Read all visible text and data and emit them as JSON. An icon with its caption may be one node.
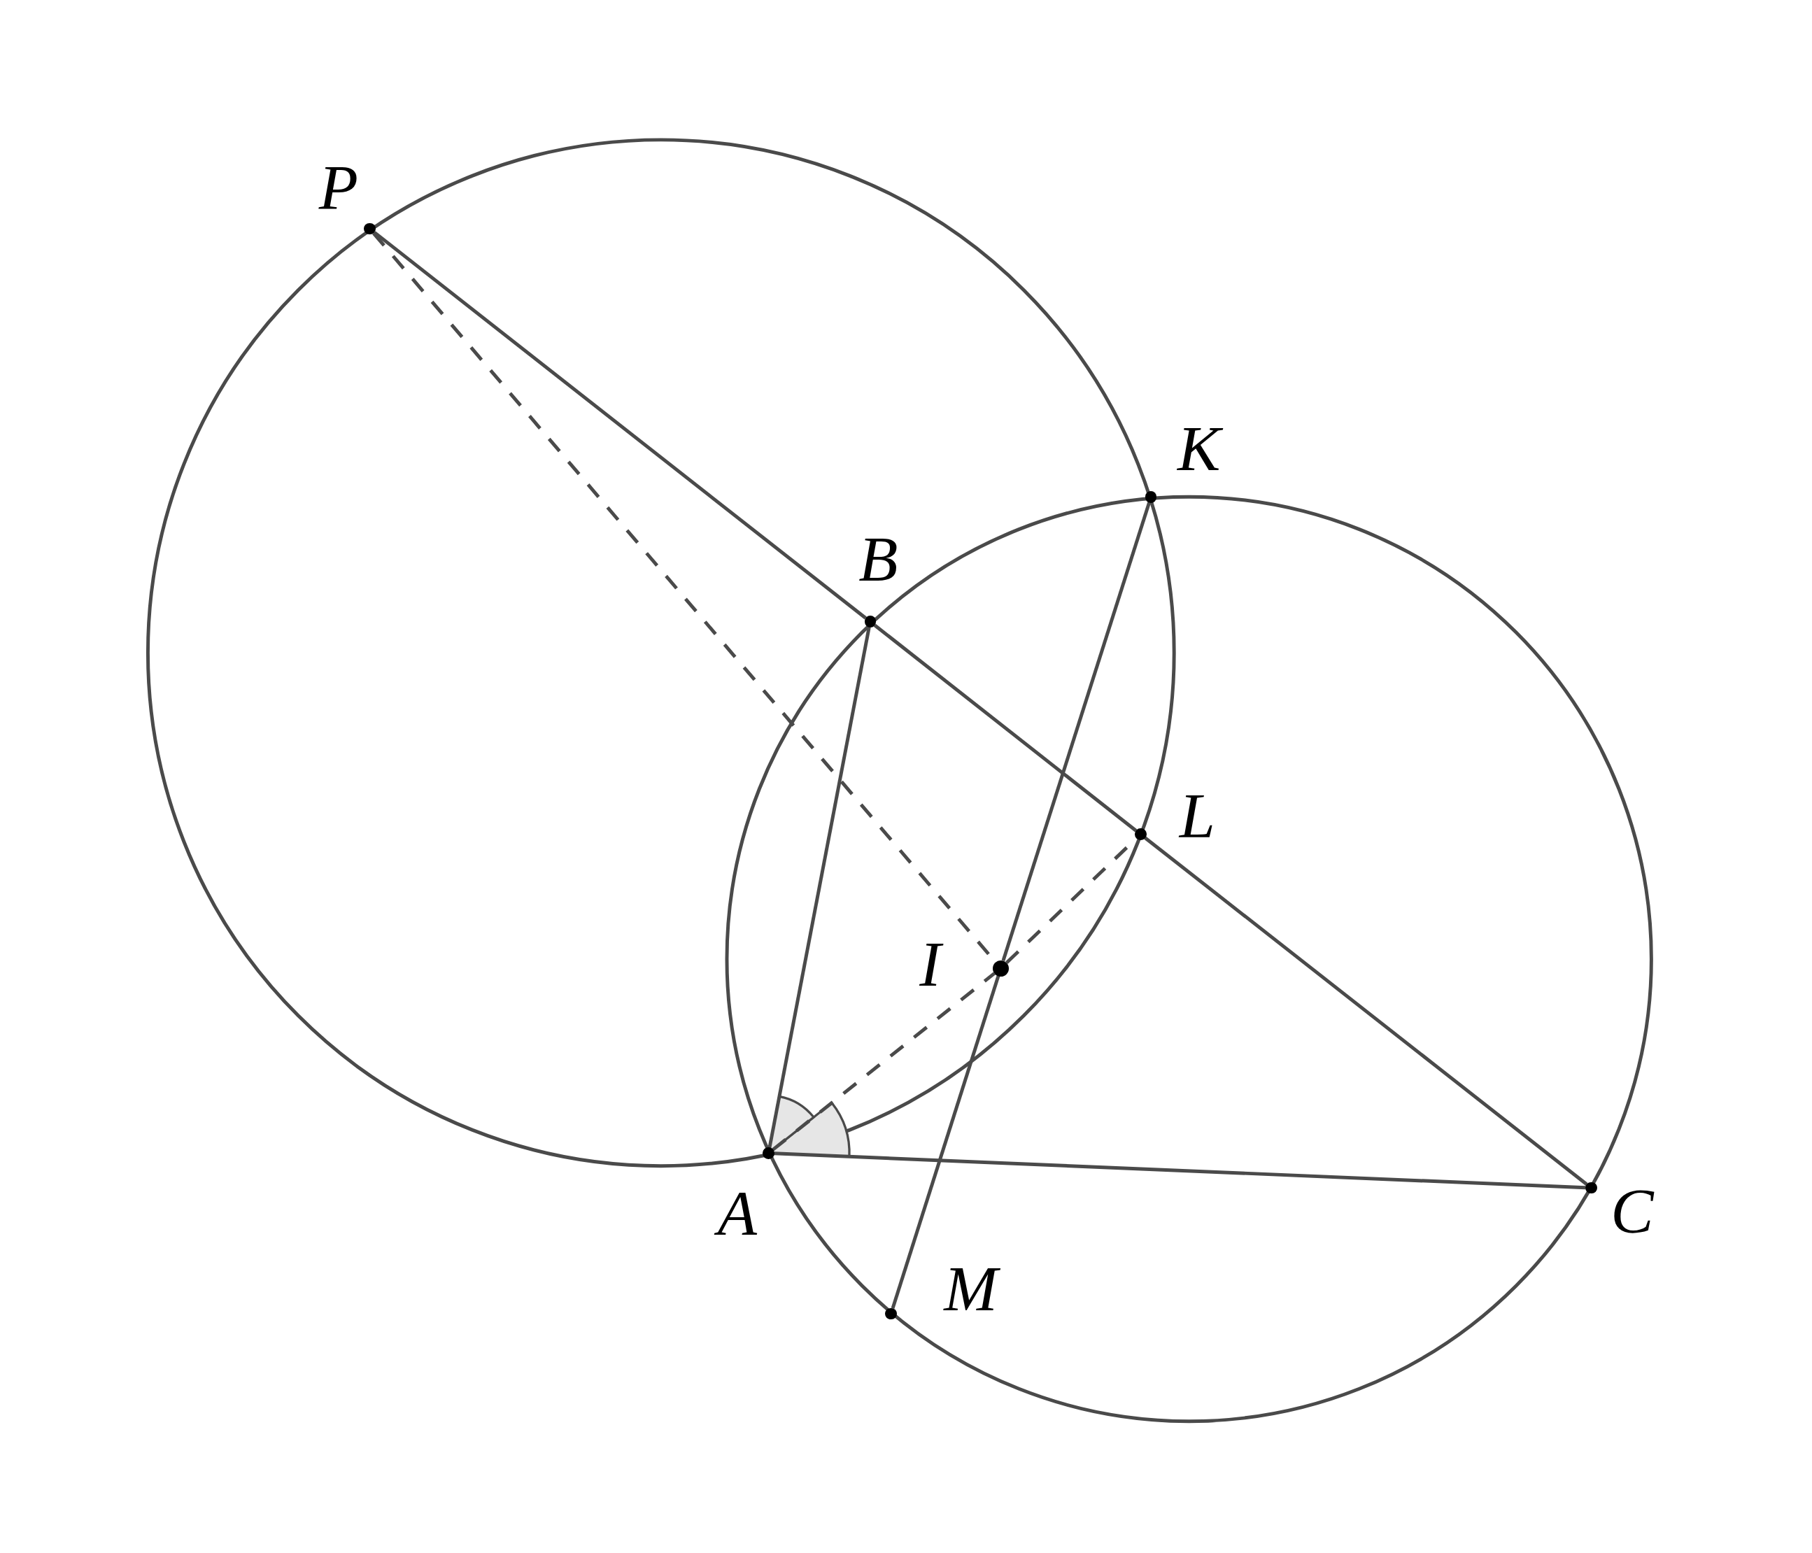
{
  "diagram": {
    "nodes": [
      {
        "text": [
          "P"
        ]
      },
      {
        "text": [
          "K"
        ]
      },
      {
        "text": [
          "B"
        ]
      },
      {
        "text": [
          "L"
        ]
      },
      {
        "text": [
          "I"
        ]
      },
      {
        "text": [
          "A"
        ]
      },
      {
        "text": [
          "M"
        ]
      },
      {
        "text": [
          "C"
        ]
      }
    ],
    "edges": [
      {
        "from": 0,
        "to": 2,
        "arrow": "none"
      },
      {
        "from": 2,
        "to": 3,
        "arrow": "none"
      },
      {
        "from": 3,
        "to": 7,
        "arrow": "none"
      },
      {
        "from": 2,
        "to": 5,
        "arrow": "none"
      },
      {
        "from": 5,
        "to": 7,
        "arrow": "none"
      },
      {
        "from": 1,
        "to": 4,
        "arrow": "none"
      },
      {
        "from": 4,
        "to": 6,
        "arrow": "none"
      },
      {
        "from": 0,
        "to": 4,
        "arrow": "none",
        "style": "dashed"
      },
      {
        "from": 5,
        "to": 4,
        "arrow": "none",
        "style": "dashed"
      },
      {
        "from": 4,
        "to": 3,
        "arrow": "none",
        "style": "dashed"
      }
    ]
  }
}
